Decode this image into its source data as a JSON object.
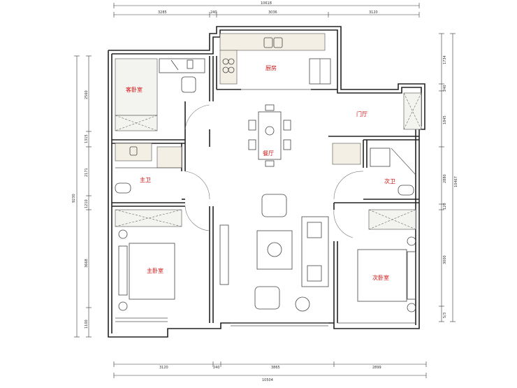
{
  "rooms": {
    "guest_bedroom": "客卧室",
    "kitchen": "厨房",
    "entrance_hall": "门厅",
    "dining": "餐厅",
    "master_bath": "主卫",
    "second_bath": "次卫",
    "master_bedroom": "主卧室",
    "second_bedroom": "次卧室"
  },
  "dimensions": {
    "top_total": "10618",
    "top_1": "3285",
    "top_2": "240",
    "top_3": "3036",
    "top_4": "3120",
    "bottom_1": "3120",
    "bottom_2": "240",
    "bottom_3": "3865",
    "bottom_4": "2899",
    "bottom_total": "10504",
    "left_1": "2560",
    "left_2": "1315",
    "left_3": "2171",
    "left_4": "1210",
    "left_5": "3668",
    "left_6": "1100",
    "left_total": "9230",
    "right_1": "1734",
    "right_2": "240",
    "right_3": "1845",
    "right_4": "2880",
    "right_5": "120",
    "right_6": "3000",
    "right_7": "5/3",
    "right_total": "10467"
  },
  "colors": {
    "room_label": "#d01010",
    "wall": "#222222",
    "counter": "#f4efe4"
  }
}
